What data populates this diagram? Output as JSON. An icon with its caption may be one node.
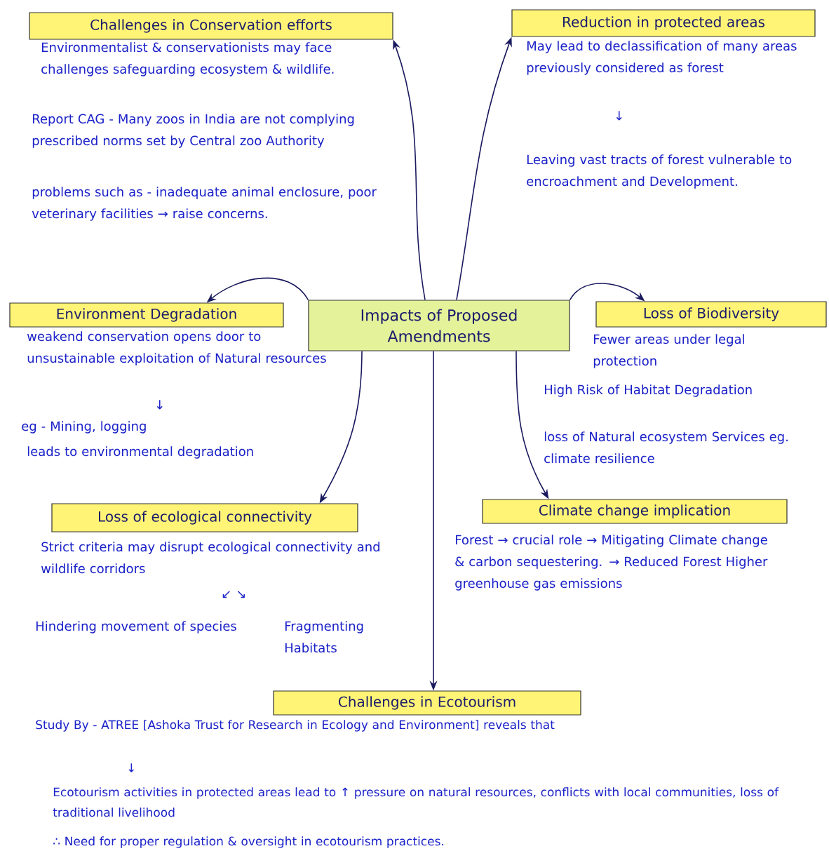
{
  "diagram": {
    "nodes": [
      {
        "text": [
          "Impacts of Proposed Amendments"
        ]
      },
      {
        "text": [
          "Challenges in Conservation efforts"
        ],
        "beside": [
          "Environmentalist & conservationists may face challenges safeguarding ecosystem & wildlife.",
          "Report CAG - Many zoos in India are not complying prescribed norms set by Central zoo Authority",
          "problems such as - inadequate animal enclosure, poor veterinary facilities → raise concerns."
        ]
      },
      {
        "text": [
          "Reduction in protected areas"
        ],
        "beside": [
          "May lead to declassification of many areas previously considered as forest",
          "↓",
          "Leaving vast tracts of forest vulnerable to encroachment and Development."
        ]
      },
      {
        "text": [
          "Environment Degradation"
        ],
        "beside": [
          "weakend conservation opens door to unsustainable exploitation of Natural resources",
          "↓",
          "eg - Mining, logging",
          "leads to environmental degradation"
        ]
      },
      {
        "text": [
          "Loss of Biodiversity"
        ],
        "beside": [
          "Fewer areas under legal protection",
          "High Risk of Habitat Degradation",
          "loss of Natural ecosystem Services eg. climate resilience"
        ]
      },
      {
        "text": [
          "Loss of ecological connectivity"
        ],
        "beside": [
          "Strict criteria may disrupt ecological connectivity and wildlife corridors",
          "↙ ↘",
          "Hindering movement of species",
          "Fragmenting Habitats"
        ]
      },
      {
        "text": [
          "Climate change implication"
        ],
        "beside": [
          "Forest → crucial role → Mitigating Climate change & carbon sequestering. → Reduced Forest Higher greenhouse gas emissions"
        ]
      },
      {
        "text": [
          "Challenges in Ecotourism"
        ],
        "beside": [
          "Study By - ATREE [Ashoka Trust for Research in Ecology and Environment] reveals that",
          "↓",
          "Ecotourism activities in protected areas lead to ↑ pressure on natural resources, conflicts with local communities, loss of traditional livelihood",
          "∴ Need for proper regulation & oversight in ecotourism practices."
        ]
      }
    ],
    "edges": [
      {
        "from": 0,
        "to": 1,
        "arrow": "to"
      },
      {
        "from": 0,
        "to": 2,
        "arrow": "to"
      },
      {
        "from": 0,
        "to": 3,
        "arrow": "to"
      },
      {
        "from": 0,
        "to": 4,
        "arrow": "to"
      },
      {
        "from": 0,
        "to": 5,
        "arrow": "to"
      },
      {
        "from": 0,
        "to": 6,
        "arrow": "to"
      },
      {
        "from": 0,
        "to": 7,
        "arrow": "to"
      }
    ]
  }
}
